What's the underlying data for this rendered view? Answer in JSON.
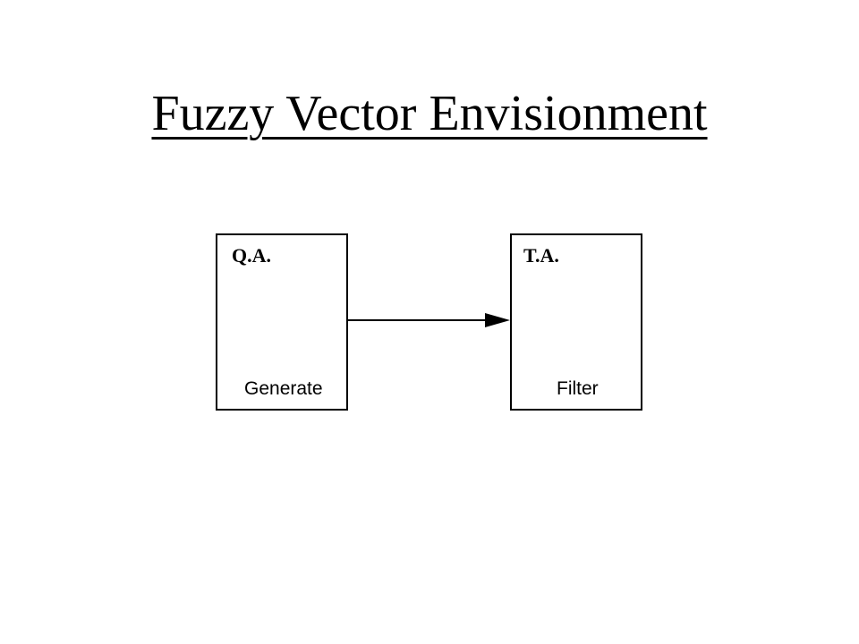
{
  "slide": {
    "title": "Fuzzy Vector Envisionment"
  },
  "diagram": {
    "nodes": [
      {
        "id": "qa",
        "label": "Q.A.",
        "action": "Generate"
      },
      {
        "id": "ta",
        "label": "T.A.",
        "action": "Filter"
      }
    ],
    "edges": [
      {
        "from": "qa",
        "to": "ta"
      }
    ]
  }
}
